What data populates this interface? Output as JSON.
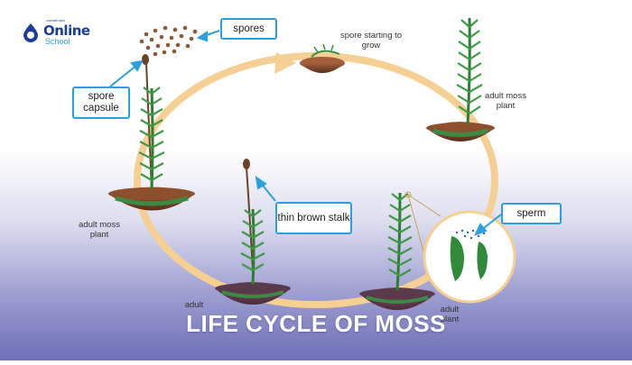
{
  "logo": {
    "brand_name": "Online",
    "brand_sub": "School",
    "brand_small": "cuemath labs",
    "icon": "droplet-logo-icon"
  },
  "labels": {
    "spores": "spores",
    "spore_capsule": "spore capsule",
    "spore_starting_to_grow": "spore starting to grow",
    "adult_moss_plant_right": "adult moss plant",
    "adult_moss_plant_left": "adult moss plant",
    "thin_brown_stalk": "thin brown stalk",
    "sperm": "sperm",
    "adult_bottom_center": "adult",
    "adult_bottom_right": "adult plant"
  },
  "caption": "LIFE CYCLE OF MOSS",
  "colors": {
    "cycle_ring": "#f6cf93",
    "callout_border": "#2d9fe0",
    "soil": "#8a4d2f",
    "moss_green": "#2e7d32",
    "capsule_brown": "#6d4226",
    "sperm_green": "#2f8a3a"
  }
}
